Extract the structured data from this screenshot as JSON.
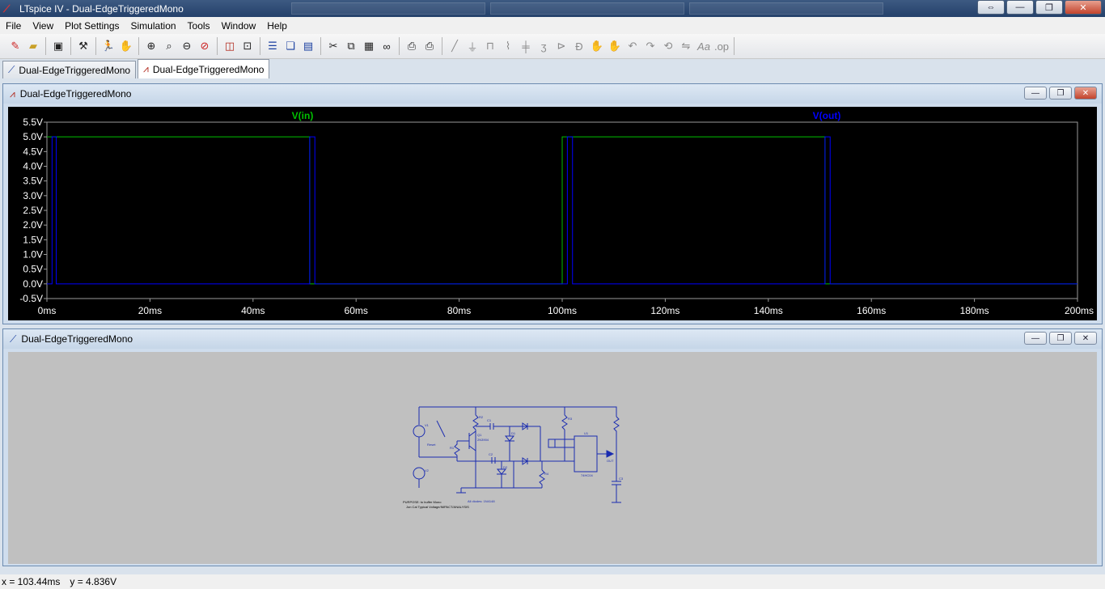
{
  "app": {
    "title": "LTspice IV - Dual-EdgeTriggeredMono",
    "window_controls": {
      "restore": "⇔",
      "minimize": "—",
      "maximize": "❐",
      "close": "✕"
    }
  },
  "menu": [
    {
      "label": "File"
    },
    {
      "label": "View"
    },
    {
      "label": "Plot Settings"
    },
    {
      "label": "Simulation"
    },
    {
      "label": "Tools"
    },
    {
      "label": "Window"
    },
    {
      "label": "Help"
    }
  ],
  "tabs": [
    {
      "label": "Dual-EdgeTriggeredMono",
      "icon": "schematic-icon",
      "active": false
    },
    {
      "label": "Dual-EdgeTriggeredMono",
      "icon": "waveform-icon",
      "active": true
    }
  ],
  "plot_window": {
    "title": "Dual-EdgeTriggeredMono"
  },
  "schematic_window": {
    "title": "Dual-EdgeTriggeredMono"
  },
  "chart_data": {
    "type": "line",
    "title": "",
    "xlabel": "",
    "ylabel": "",
    "xlim": [
      0,
      200
    ],
    "ylim": [
      -0.5,
      5.5
    ],
    "x_ticks": [
      "0ms",
      "20ms",
      "40ms",
      "60ms",
      "80ms",
      "100ms",
      "120ms",
      "140ms",
      "160ms",
      "180ms",
      "200ms"
    ],
    "y_ticks": [
      "5.5V",
      "5.0V",
      "4.5V",
      "4.0V",
      "3.5V",
      "3.0V",
      "2.5V",
      "2.0V",
      "1.5V",
      "1.0V",
      "0.5V",
      "0.0V",
      "-0.5V"
    ],
    "grid": false,
    "legend": "top",
    "series": [
      {
        "name": "V(in)",
        "color": "#00c000",
        "x": [
          0,
          51,
          51,
          100,
          100,
          151,
          151,
          200
        ],
        "y": [
          5,
          5,
          0,
          0,
          5,
          5,
          0,
          0
        ]
      },
      {
        "name": "V(out)",
        "color": "#0000ff",
        "x": [
          0,
          1,
          1,
          1.8,
          1.8,
          51,
          51,
          52,
          52,
          101,
          101,
          102,
          102,
          151,
          151,
          152,
          152,
          200
        ],
        "y": [
          0,
          0,
          5,
          5,
          0,
          0,
          5,
          5,
          0,
          0,
          5,
          5,
          0,
          0,
          5,
          5,
          0,
          0
        ]
      }
    ]
  },
  "schematic": {
    "labels": {
      "v1": "V1",
      "v2": "V2",
      "q1": "Q1",
      "q1_model": "2N3904",
      "r1": "R1",
      "r2": "R2",
      "r3": "R3",
      "r4": "R4",
      "c1": "C1",
      "c2": "C2",
      "c3": "C3",
      "d1": "D1",
      "d2": "D2",
      "u1": "U1",
      "u1_part": "74HC04",
      "out": "OUT",
      "reset": "Reset",
      "purpose": "PURPOSE: to buffer Mono",
      "notes": "Jon Cal Typical Voltage/IMPACT/ANALYSIS",
      "all_diodes": "All diodes:  1N4148"
    }
  },
  "status": {
    "x": "x = 103.44ms",
    "y": "y = 4.836V"
  }
}
